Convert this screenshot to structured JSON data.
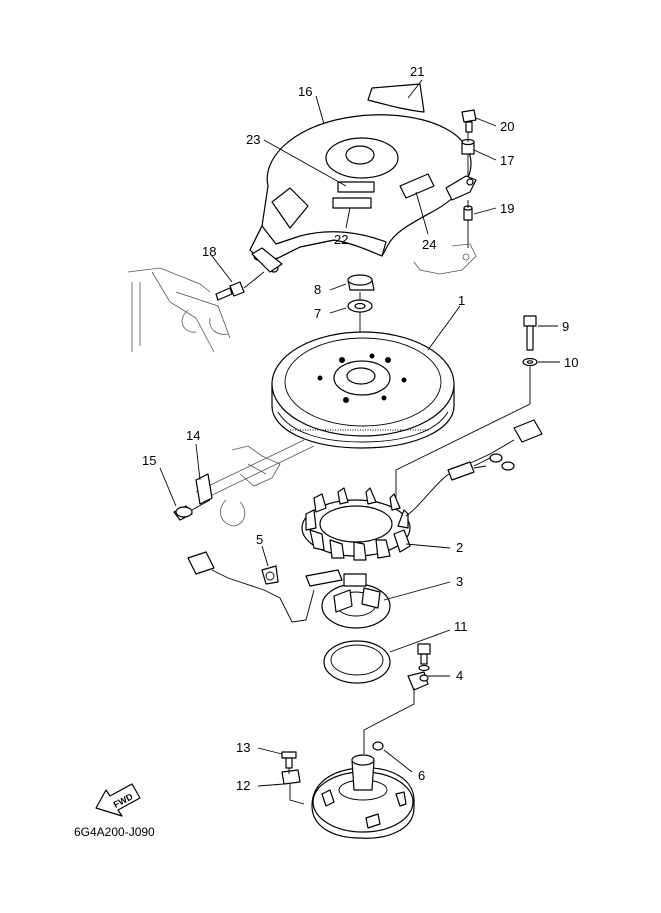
{
  "diagram": {
    "callouts": {
      "c1": "1",
      "c2": "2",
      "c3": "3",
      "c4": "4",
      "c5": "5",
      "c6": "6",
      "c7": "7",
      "c8": "8",
      "c9": "9",
      "c10": "10",
      "c11": "11",
      "c12": "12",
      "c13": "13",
      "c14": "14",
      "c15": "15",
      "c16": "16",
      "c17": "17",
      "c18": "18",
      "c19": "19",
      "c20": "20",
      "c21": "21",
      "c22": "22",
      "c23": "23",
      "c24": "24"
    },
    "direction_label": "FWD",
    "diagram_code": "6G4A200-J090"
  }
}
